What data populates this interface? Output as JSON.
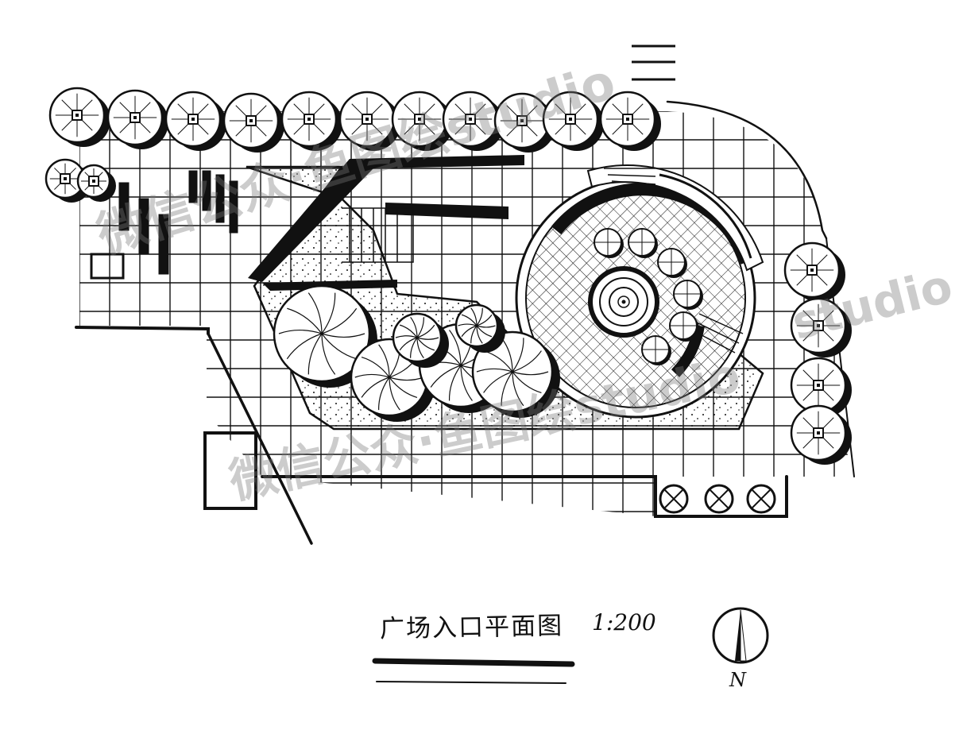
{
  "drawing": {
    "title": "广场入口平面图",
    "scale": "1:200",
    "north_label": "N"
  },
  "watermarks": {
    "upper": "微信公众·鱼图绘studio",
    "right": "studio",
    "lower": "微信公众·鱼图绘studio"
  },
  "colors": {
    "ink": "#111111",
    "paper": "#ffffff",
    "watermark": "#8a8a8a"
  },
  "icons": {
    "tree": "canopy-tree-symbol",
    "shrub": "crossed-circle-shrub",
    "fountain": "concentric-fountain",
    "north_arrow": "north-arrow"
  }
}
